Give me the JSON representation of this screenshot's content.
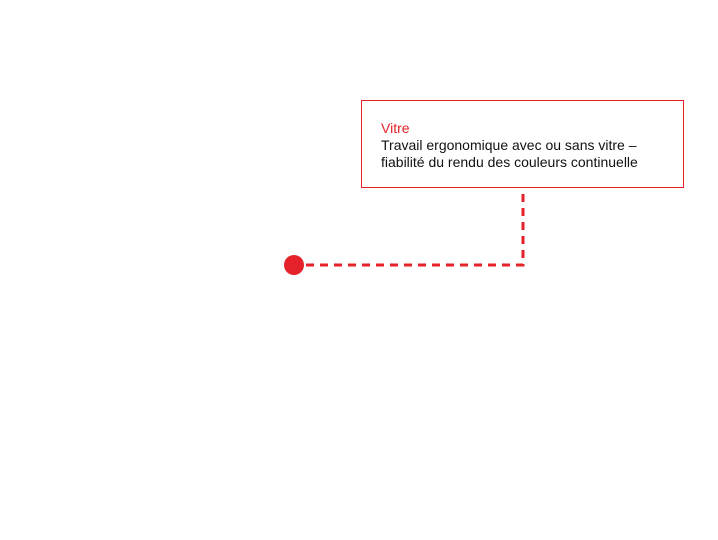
{
  "callout": {
    "title": "Vitre",
    "line1": "Travail ergonomique avec ou sans vitre –",
    "line2": "fiabilité du rendu des couleurs continuelle"
  },
  "colors": {
    "accent": "#e52229",
    "text": "#111111"
  }
}
